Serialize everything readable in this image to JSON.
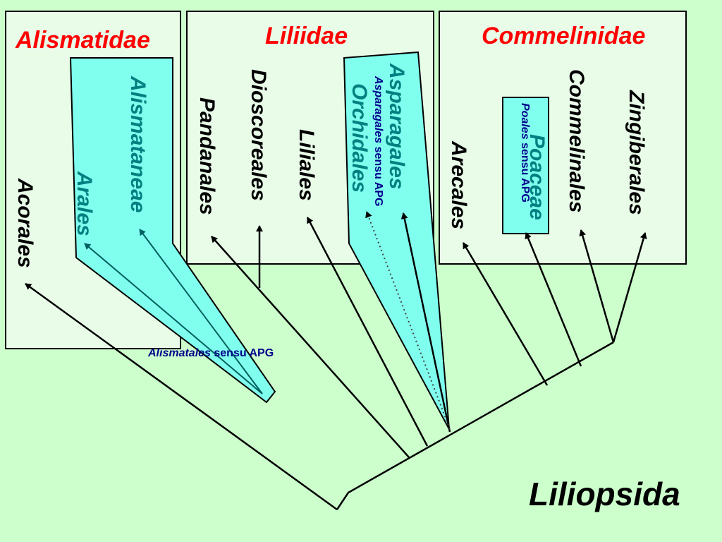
{
  "title": "Liliopsida",
  "subclasses": {
    "alismatidae": "Alismatidae",
    "liliidae": "Liliidae",
    "commelinidae": "Commelinidae"
  },
  "orders": {
    "acorales": "Acorales",
    "arales": "Arales",
    "alismataneae": "Alismataneae",
    "pandanales": "Pandanales",
    "dioscoreales": "Dioscoreales",
    "liliales": "Liliales",
    "orchidales": "Orchidales",
    "asparagales": "Asparagales",
    "arecales": "Arecales",
    "poaceae": "Poaceae",
    "commelinales": "Commelinales",
    "zingiberales": "Zingiberales"
  },
  "apg_notes": {
    "alismatales_italic": "Alismatales",
    "alismatales_rest": " sensu APG",
    "asparagales_italic": "Asparagales",
    "asparagales_rest": " sensu APG",
    "poales_italic": "Poales",
    "poales_rest": " sensu APG"
  },
  "colors": {
    "background": "#ccffcc",
    "box_fill": "#e8fce8",
    "highlight_fill": "#80ffee",
    "subclass_text": "#ff0000",
    "apg_text": "#00008b"
  }
}
